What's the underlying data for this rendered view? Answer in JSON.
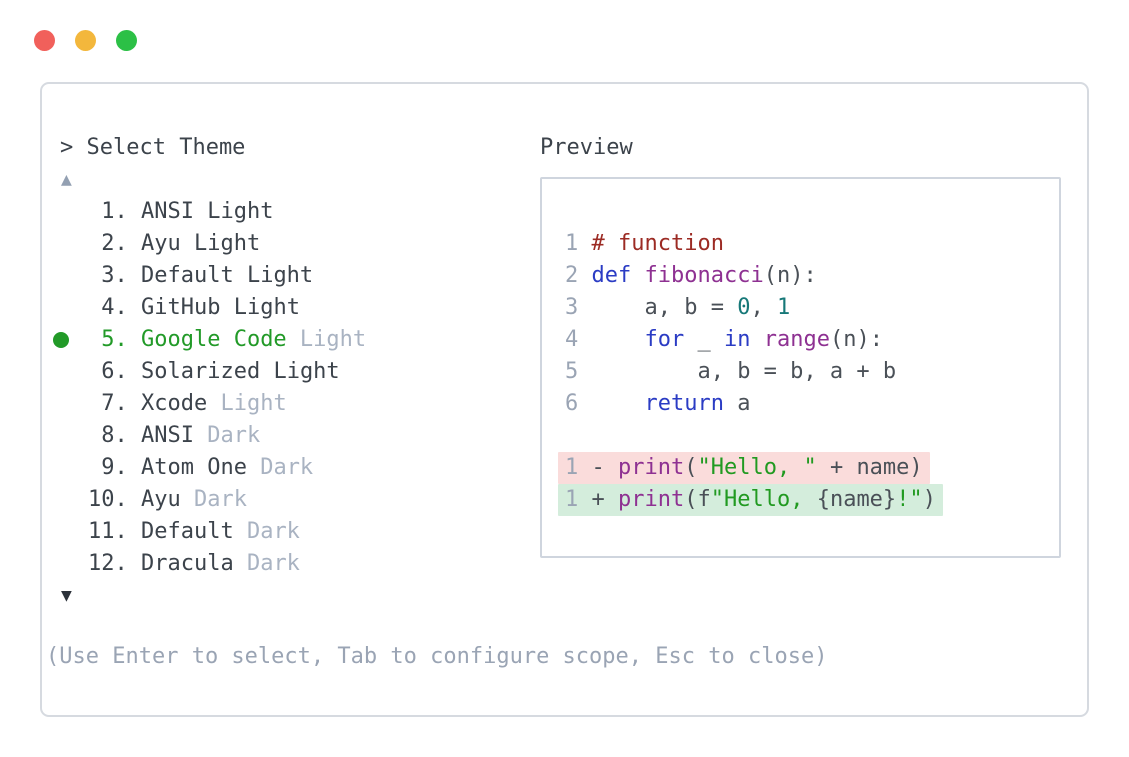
{
  "window": {
    "traffic_lights": [
      {
        "name": "close-button",
        "color": "#f1605b"
      },
      {
        "name": "minimize-button",
        "color": "#f3b73c"
      },
      {
        "name": "zoom-button",
        "color": "#2cc046"
      }
    ]
  },
  "picker": {
    "prompt": "> Select Theme",
    "scroll_up": "▲",
    "scroll_down": "▼",
    "help": "(Use Enter to select, Tab to configure scope, Esc to close)",
    "items": [
      {
        "prefix": " 1. ",
        "name": "ANSI",
        "suffix": " Light",
        "selected": false,
        "suffix_muted": false
      },
      {
        "prefix": " 2. ",
        "name": "Ayu",
        "suffix": " Light",
        "selected": false,
        "suffix_muted": false
      },
      {
        "prefix": " 3. ",
        "name": "Default",
        "suffix": " Light",
        "selected": false,
        "suffix_muted": false
      },
      {
        "prefix": " 4. ",
        "name": "GitHub",
        "suffix": " Light",
        "selected": false,
        "suffix_muted": false
      },
      {
        "prefix": " 5. ",
        "name": "Google Code",
        "suffix": " Light",
        "selected": true,
        "suffix_muted": true
      },
      {
        "prefix": " 6. ",
        "name": "Solarized",
        "suffix": " Light",
        "selected": false,
        "suffix_muted": false
      },
      {
        "prefix": " 7. ",
        "name": "Xcode",
        "suffix": " Light",
        "selected": false,
        "suffix_muted": true
      },
      {
        "prefix": " 8. ",
        "name": "ANSI",
        "suffix": " Dark",
        "selected": false,
        "suffix_muted": true
      },
      {
        "prefix": " 9. ",
        "name": "Atom One",
        "suffix": " Dark",
        "selected": false,
        "suffix_muted": true
      },
      {
        "prefix": "10. ",
        "name": "Ayu",
        "suffix": " Dark",
        "selected": false,
        "suffix_muted": true
      },
      {
        "prefix": "11. ",
        "name": "Default",
        "suffix": " Dark",
        "selected": false,
        "suffix_muted": true
      },
      {
        "prefix": "12. ",
        "name": "Dracula",
        "suffix": " Dark",
        "selected": false,
        "suffix_muted": true
      }
    ]
  },
  "preview": {
    "label": "Preview",
    "code_lines": [
      {
        "tokens": [
          [
            "ln",
            "1 "
          ],
          [
            "com",
            "# function"
          ]
        ]
      },
      {
        "tokens": [
          [
            "ln",
            "2 "
          ],
          [
            "kw",
            "def"
          ],
          [
            "pl",
            " "
          ],
          [
            "fn",
            "fibonacci"
          ],
          [
            "pl",
            "(n):"
          ]
        ]
      },
      {
        "tokens": [
          [
            "ln",
            "3 "
          ],
          [
            "pl",
            "    a, b = "
          ],
          [
            "num",
            "0"
          ],
          [
            "pl",
            ", "
          ],
          [
            "num",
            "1"
          ]
        ]
      },
      {
        "tokens": [
          [
            "ln",
            "4 "
          ],
          [
            "pl",
            "    "
          ],
          [
            "kw",
            "for"
          ],
          [
            "pl",
            " _ "
          ],
          [
            "kw",
            "in"
          ],
          [
            "pl",
            " "
          ],
          [
            "fn",
            "range"
          ],
          [
            "pl",
            "(n):"
          ]
        ]
      },
      {
        "tokens": [
          [
            "ln",
            "5 "
          ],
          [
            "pl",
            "        a, b = b, a + b"
          ]
        ]
      },
      {
        "tokens": [
          [
            "ln",
            "6 "
          ],
          [
            "pl",
            "    "
          ],
          [
            "kw",
            "return"
          ],
          [
            "pl",
            " a"
          ]
        ]
      }
    ],
    "diff_lines": [
      {
        "kind": "removed",
        "tokens": [
          [
            "ln",
            "1 "
          ],
          [
            "pl",
            "- "
          ],
          [
            "fn",
            "print"
          ],
          [
            "pl",
            "("
          ],
          [
            "str",
            "\"Hello, \""
          ],
          [
            "pl",
            " + name)"
          ]
        ]
      },
      {
        "kind": "added",
        "tokens": [
          [
            "ln",
            "1 "
          ],
          [
            "pl",
            "+ "
          ],
          [
            "fn",
            "print"
          ],
          [
            "pl",
            "(f"
          ],
          [
            "str",
            "\"Hello, "
          ],
          [
            "pl",
            "{name}"
          ],
          [
            "str",
            "!\""
          ],
          [
            "pl",
            ")"
          ]
        ]
      }
    ]
  },
  "colors": {
    "selected_green": "#229a28",
    "list_text": "#3c434b",
    "muted_text": "#a9b3c2",
    "help_text": "#9aa4b4",
    "scroll_up_arrow": "#93a0b2",
    "scroll_down_arrow": "#2c323a",
    "comment": "#9c2b24",
    "keyword": "#2b3cc4",
    "function_name": "#8e3192",
    "number_literal": "#167878",
    "string": "#219a21",
    "plain_code": "#4a5057",
    "line_number": "#9aa4b4",
    "removed_bg": "#fadcdb",
    "added_bg": "#d4eddc",
    "panel_border": "#d6dae0",
    "preview_border": "#cfd5de"
  }
}
